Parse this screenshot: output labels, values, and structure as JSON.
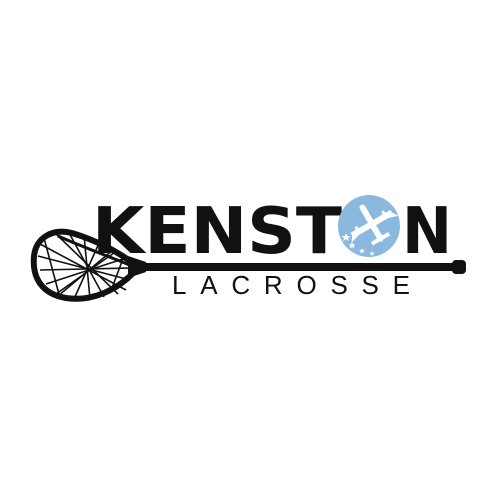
{
  "logo": {
    "word_part_1": "KENST",
    "word_part_2": "N",
    "subtitle": "LACROSSE",
    "colors": {
      "primary": "#111111",
      "accent": "#8ab8df",
      "background": "#ffffff",
      "plane": "#ffffff"
    },
    "icons": {
      "stick": "lacrosse-stick-icon",
      "emblem": "airplane-emblem-icon"
    }
  }
}
